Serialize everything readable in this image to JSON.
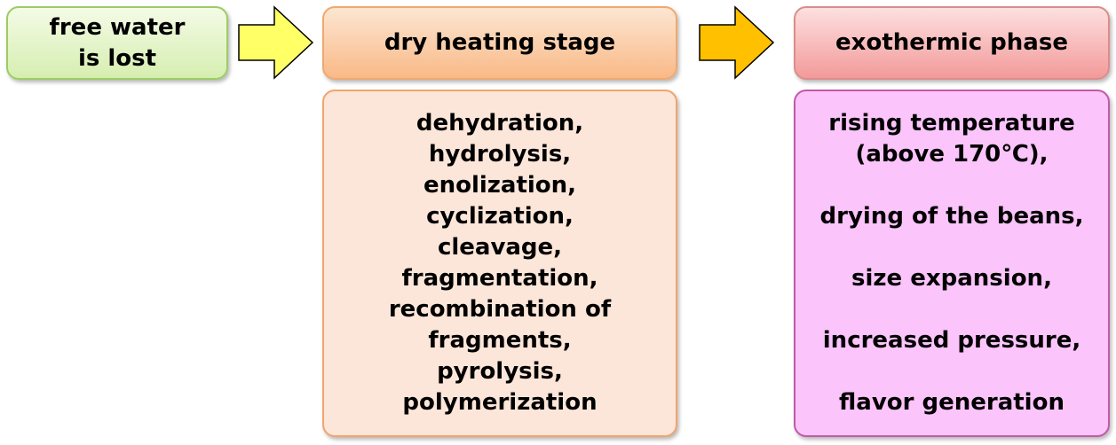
{
  "stages": {
    "free_water": {
      "lines": [
        "free water",
        "is lost"
      ],
      "fill_top": "#f4fbe6",
      "fill_bottom": "#d6eeb0",
      "border": "#9ccc65"
    },
    "dry_heating": {
      "title": "dry heating stage",
      "fill_top": "#fde6d2",
      "fill_bottom": "#f9b987",
      "border": "#f0a870",
      "details": [
        "dehydration,",
        "hydrolysis,",
        "enolization,",
        "cyclization,",
        "cleavage,",
        "fragmentation,",
        "recombination of",
        "fragments,",
        "pyrolysis,",
        "polymerization"
      ],
      "details_fill": "#fce6d9"
    },
    "exothermic": {
      "title": "exothermic phase",
      "fill_top": "#fde0e0",
      "fill_bottom": "#f39a9a",
      "border": "#dc8c8c",
      "details": [
        "rising temperature",
        "(above 170℃),",
        "",
        "drying of the beans,",
        "",
        "size expansion,",
        "",
        "increased pressure,",
        "",
        "flavor generation"
      ],
      "details_fill": "#fbc4fb",
      "details_border": "#c05aa8"
    }
  },
  "arrows": [
    {
      "from": "free_water",
      "to": "dry_heating",
      "fill": "#ffff66"
    },
    {
      "from": "dry_heating",
      "to": "exothermic",
      "fill": "#ffc000"
    }
  ]
}
